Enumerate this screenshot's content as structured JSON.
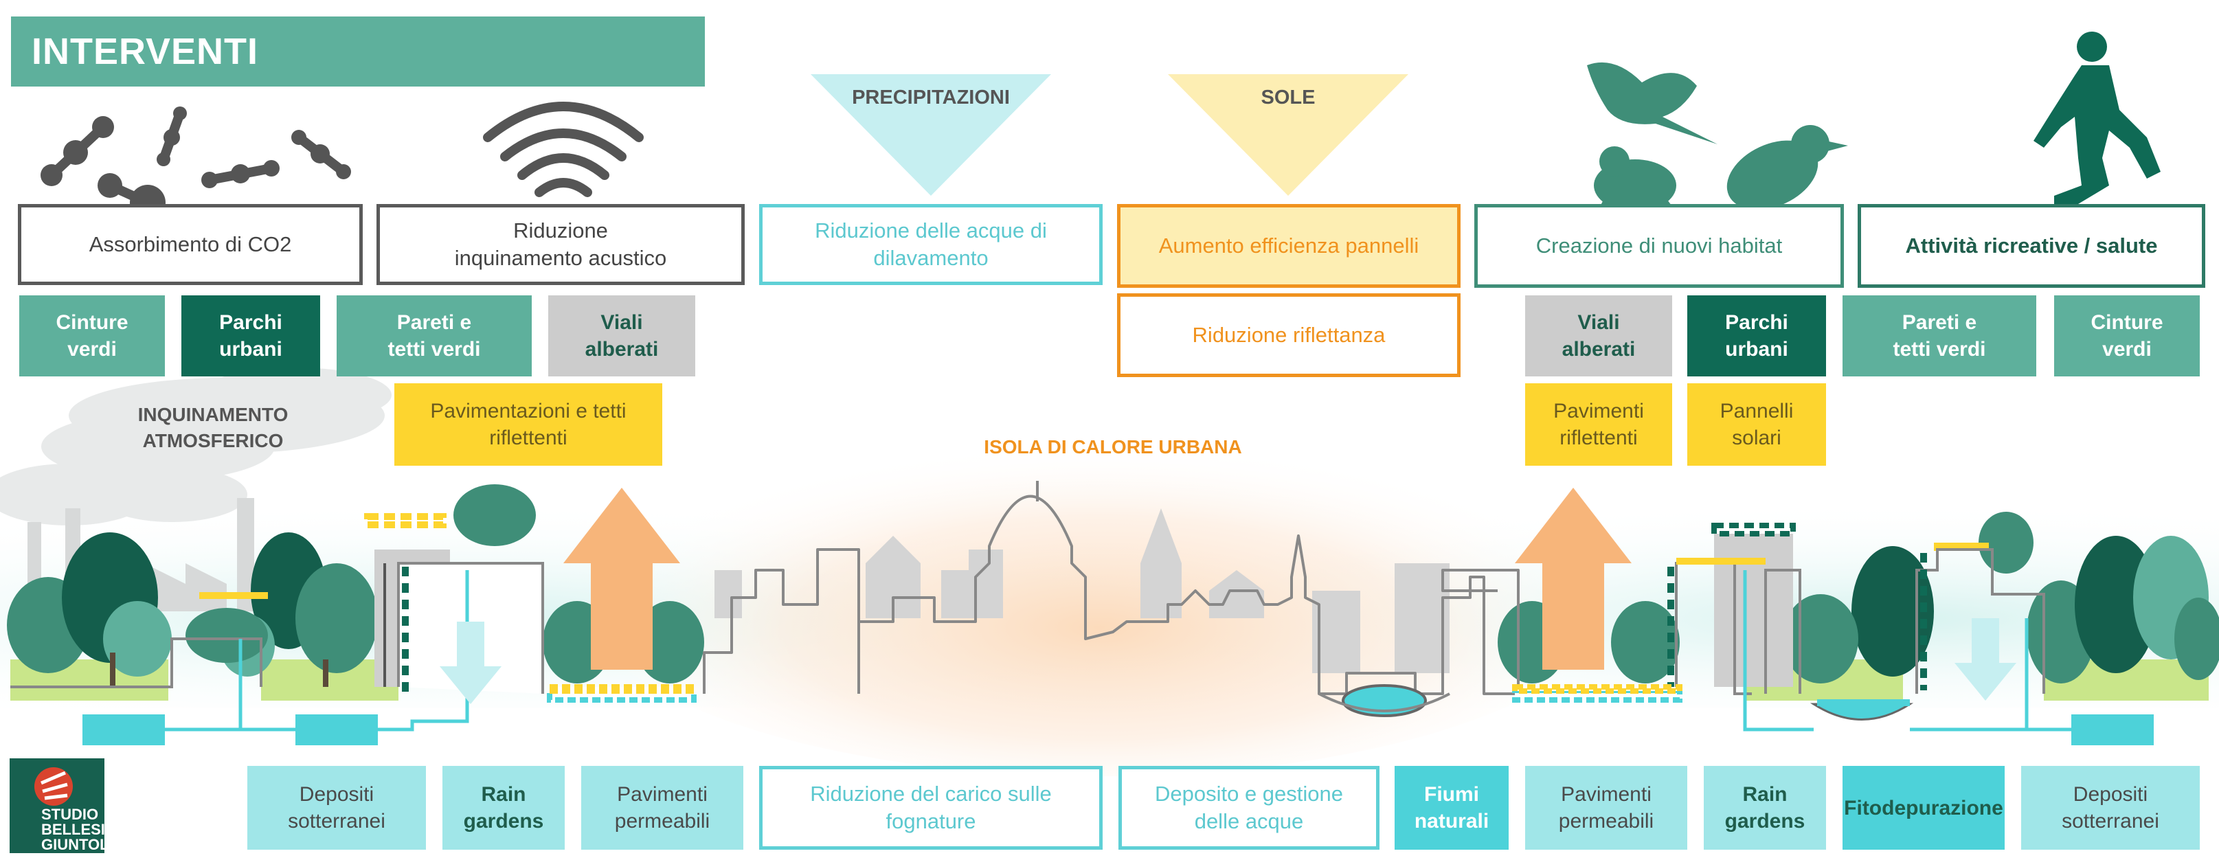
{
  "header": {
    "title": "INTERVENTI"
  },
  "colors": {
    "teal": "#5eb09c",
    "dark_green": "#0f6a55",
    "cyan": "#4dd2d9",
    "light_cyan": "#a0e6e8",
    "yellow": "#fdd52f",
    "orange": "#f0921e",
    "gray": "#cccccc"
  },
  "triangles": {
    "precipitation": "PRECIPITAZIONI",
    "sun": "SOLE"
  },
  "benefits": {
    "co2": "Assorbimento di CO2",
    "noise_line1": "Riduzione",
    "noise_line2": "inquinamento acustico",
    "runoff_line1": "Riduzione delle acque di",
    "runoff_line2": "dilavamento",
    "panels": "Aumento efficienza pannelli",
    "reflectance": "Riduzione riflettanza",
    "habitat": "Creazione di nuovi habitat",
    "recreation": "Attività ricreative / salute"
  },
  "interventions_top": {
    "green_belts_1": [
      "Cinture",
      "verdi"
    ],
    "urban_parks_1": [
      "Parchi",
      "urbani"
    ],
    "green_walls_1": [
      "Pareti e",
      "tetti verdi"
    ],
    "tree_avenues_1": [
      "Viali",
      "alberati"
    ],
    "reflective_paving": [
      "Pavimentazioni e tetti",
      "riflettenti"
    ],
    "tree_avenues_2": [
      "Viali",
      "alberati"
    ],
    "urban_parks_2": [
      "Parchi",
      "urbani"
    ],
    "reflective_floors": [
      "Pavimenti",
      "riflettenti"
    ],
    "solar_panels": [
      "Pannelli",
      "solari"
    ],
    "green_walls_2": [
      "Pareti e",
      "tetti verdi"
    ],
    "green_belts_2": [
      "Cinture",
      "verdi"
    ]
  },
  "scene": {
    "air_pollution": [
      "INQUINAMENTO",
      "ATMOSFERICO"
    ],
    "heat_island": "ISOLA DI CALORE URBANA"
  },
  "interventions_bottom": {
    "underground_1": [
      "Depositi",
      "sotterranei"
    ],
    "rain_gardens_1": [
      "Rain",
      "gardens"
    ],
    "permeable_1": [
      "Pavimenti",
      "permeabili"
    ],
    "sewer_load": [
      "Riduzione del carico sulle",
      "fognature"
    ],
    "water_storage": [
      "Deposito e gestione",
      "delle acque"
    ],
    "rivers": [
      "Fiumi",
      "naturali"
    ],
    "permeable_2": [
      "Pavimenti",
      "permeabili"
    ],
    "rain_gardens_2": [
      "Rain",
      "gardens"
    ],
    "phyto": "Fitodepurazione",
    "underground_2": [
      "Depositi",
      "sotterranei"
    ]
  },
  "logo": {
    "line1": "STUDIO",
    "line2": "BELLESI",
    "line3": "GIUNTOLI"
  }
}
